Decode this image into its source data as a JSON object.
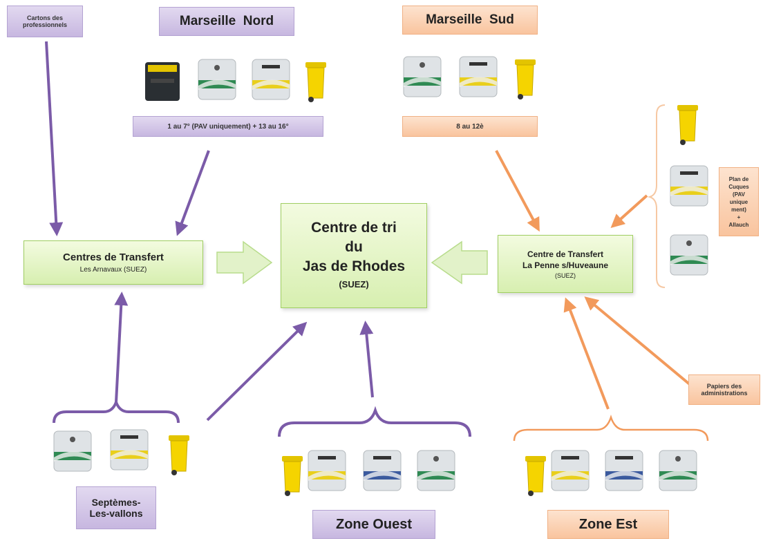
{
  "colors": {
    "purple": "#7b5ba8",
    "orange": "#f29a5c",
    "green_arrow": "#c9e6a4"
  },
  "top_left_box": {
    "line1": "Cartons des",
    "line2": "professionnels"
  },
  "marseille_nord": {
    "title": "Marseille  Nord",
    "caption": "1 au 7° (PAV uniquement) + 13 au 16°"
  },
  "marseille_sud": {
    "title": "Marseille  Sud",
    "caption": "8 au 12è"
  },
  "centre_transfert_left": {
    "title": "Centres de Transfert",
    "subtitle": "Les Arnavaux (SUEZ)"
  },
  "centre_tri": {
    "line1": "Centre de tri",
    "line2": "du",
    "line3": "Jas de Rhodes",
    "line4": "(SUEZ)"
  },
  "centre_transfert_right": {
    "line1": "Centre de Transfert",
    "line2": "La Penne s/Huveaune",
    "line3": "(SUEZ)"
  },
  "plan_de_cuques": {
    "l1": "Plan de",
    "l2": "Cuques",
    "l3": "(PAV",
    "l4": "unique",
    "l5": "ment)",
    "l6": "+",
    "l7": "Allauch"
  },
  "papiers": {
    "line1": "Papiers des",
    "line2": "administrations"
  },
  "septemes": {
    "line1": "Septèmes-",
    "line2": "Les-vallons"
  },
  "zone_ouest": {
    "title": "Zone Ouest"
  },
  "zone_est": {
    "title": "Zone Est"
  },
  "icons": [
    "yellow-bin-icon",
    "recycling-container-icon",
    "black-container-icon"
  ]
}
